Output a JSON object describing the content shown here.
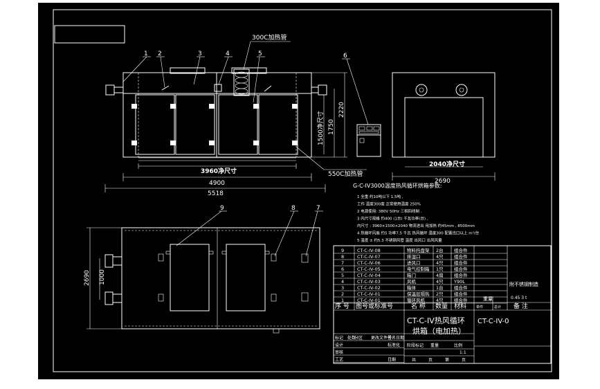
{
  "labels": {
    "heater_300": "300C加热管",
    "heater_550": "550C加热管",
    "inner_width": "3960净尺寸",
    "inner_height": "1500净尺寸",
    "dim_4900": "4900",
    "dim_5518": "5518",
    "dim_1750": "1750",
    "dim_2220": "2220",
    "side_inner": "2040净尺寸",
    "side_width": "2690",
    "plan_depth": "2690",
    "plan_inner": "1000"
  },
  "callouts": [
    "1",
    "2",
    "3",
    "4",
    "5",
    "6",
    "7",
    "8",
    "9"
  ],
  "spec": {
    "title": "G-C-IV3000温度热风循环烘箱参数:",
    "items": [
      "1  全重 约10吨以下 1.5吨  ,",
      "   工作 温度300度  正常使用温度 250%",
      "2  电源使用:  380V 50Hz  三相四线制 .",
      "3  内尺寸规格  约400 (1台) 千瓦功率(台) ,",
      "   内尺寸 : 3960×1500×2040  物流进出 用加热  约45mm  , 8500mm",
      "4  热循环风扇  约5 功率7.5 千瓦  热风循环 温度300  配置出口以上  m³/台",
      "5  温度 ± 约5.3  不锈钢风管 温度  出风口 出风风量"
    ]
  },
  "bom": {
    "rows": [
      {
        "no": "9",
        "code": "CT-C-IV-08",
        "name": "物料托盘架",
        "qty": "2台",
        "mat": "组合件"
      },
      {
        "no": "8",
        "code": "CT-C-IV-07",
        "name": "排湿口",
        "qty": "4只",
        "mat": "组合件"
      },
      {
        "no": "7",
        "code": "CT-C-IV-06",
        "name": "进风口",
        "qty": "4只",
        "mat": "组合件"
      },
      {
        "no": "6",
        "code": "CT-C-IV-05",
        "name": "电气控制箱",
        "qty": "1只",
        "mat": "组合件"
      },
      {
        "no": "5",
        "code": "CT-C-IV-04",
        "name": "箱门",
        "qty": "4扇",
        "mat": "组合件"
      },
      {
        "no": "4",
        "code": "CT-C-IV-03",
        "name": "风机",
        "qty": "4只",
        "mat": "Y90L"
      },
      {
        "no": "3",
        "code": "CT-C-IV-02",
        "name": "箱体",
        "qty": "1台",
        "mat": "组合件"
      },
      {
        "no": "2",
        "code": "CT-C-IV-01",
        "name": "保温层隔热",
        "qty": "2只",
        "mat": "组合件"
      },
      {
        "no": "1",
        "code": "CT-C-IV-01",
        "name": "循环风机",
        "qty": "4只",
        "mat": "组合件"
      }
    ],
    "headers": [
      "序 号",
      "图号或标准号",
      "名     称",
      "数量",
      "材料",
      "单件",
      "总计",
      "备  注"
    ],
    "weight_head": "重量",
    "note_right": "附不锈钢制造",
    "note_right2": "0.45 3 t"
  },
  "title_block": {
    "name_line1": "CT-C-IV热风循环",
    "name_line2": "烘箱（电加热）",
    "drawing_no": "CT-C-IV-0",
    "rows": [
      [
        "标记",
        "处数",
        "分区",
        "更改文件号",
        "签名",
        "日期"
      ],
      [
        "设计",
        "",
        "标准化"
      ],
      [
        "审核",
        ""
      ],
      [
        "工艺",
        "",
        "日期"
      ]
    ],
    "stage_labels": [
      "阶段标记",
      "重量",
      "比例"
    ],
    "scale": "1:1",
    "sheet": [
      "共",
      "页",
      "第",
      "页"
    ]
  }
}
